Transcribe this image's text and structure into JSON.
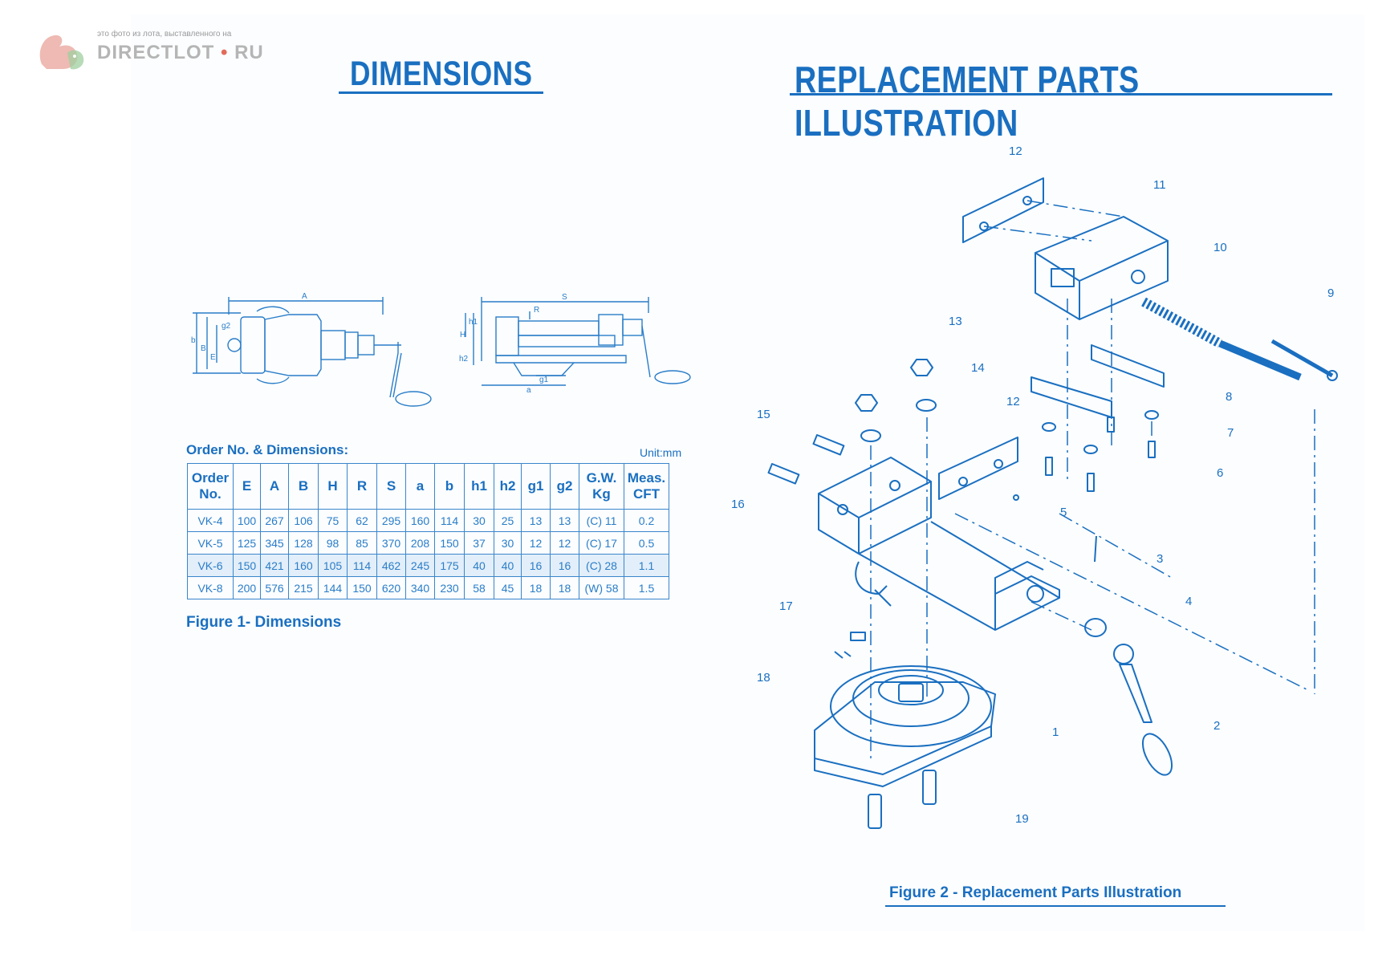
{
  "watermark": {
    "small_text": "это фото из лота, выставленного на",
    "brand": "DIRECTLOT",
    "tld": "RU",
    "logo_icon": "squirrel-logo-icon"
  },
  "headings": {
    "left": "DIMENSIONS",
    "right": "REPLACEMENT PARTS ILLUSTRATION"
  },
  "table": {
    "title": "Order No. & Dimensions:",
    "unit": "Unit:mm",
    "columns": [
      "Order No.",
      "E",
      "A",
      "B",
      "H",
      "R",
      "S",
      "a",
      "b",
      "h1",
      "h2",
      "g1",
      "g2",
      "G.W. Kg",
      "Meas. CFT"
    ],
    "rows": [
      [
        "VK-4",
        "100",
        "267",
        "106",
        "75",
        "62",
        "295",
        "160",
        "114",
        "30",
        "25",
        "13",
        "13",
        "(C) 11",
        "0.2"
      ],
      [
        "VK-5",
        "125",
        "345",
        "128",
        "98",
        "85",
        "370",
        "208",
        "150",
        "37",
        "30",
        "12",
        "12",
        "(C) 17",
        "0.5"
      ],
      [
        "VK-6",
        "150",
        "421",
        "160",
        "105",
        "114",
        "462",
        "245",
        "175",
        "40",
        "40",
        "16",
        "16",
        "(C) 28",
        "1.1"
      ],
      [
        "VK-8",
        "200",
        "576",
        "215",
        "144",
        "150",
        "620",
        "340",
        "230",
        "58",
        "45",
        "18",
        "18",
        "(W) 58",
        "1.5"
      ]
    ],
    "highlighted_row": 2
  },
  "figure1_caption": "Figure 1- Dimensions",
  "figure2_caption": "Figure 2 - Replacement Parts Illustration",
  "dimension_labels": {
    "A": "A",
    "S": "S",
    "R": "R",
    "H": "H",
    "h1": "h1",
    "h2": "h2",
    "g1": "g1",
    "g2": "g2",
    "a": "a",
    "b": "b",
    "B": "B",
    "E": "E"
  },
  "callouts": [
    "1",
    "2",
    "3",
    "4",
    "5",
    "6",
    "7",
    "8",
    "9",
    "10",
    "11",
    "12",
    "12",
    "13",
    "14",
    "15",
    "16",
    "17",
    "18",
    "19"
  ],
  "colors": {
    "ink": "#1a6fc0",
    "highlight": "#e2eef9",
    "paper": "#fbfdff"
  }
}
